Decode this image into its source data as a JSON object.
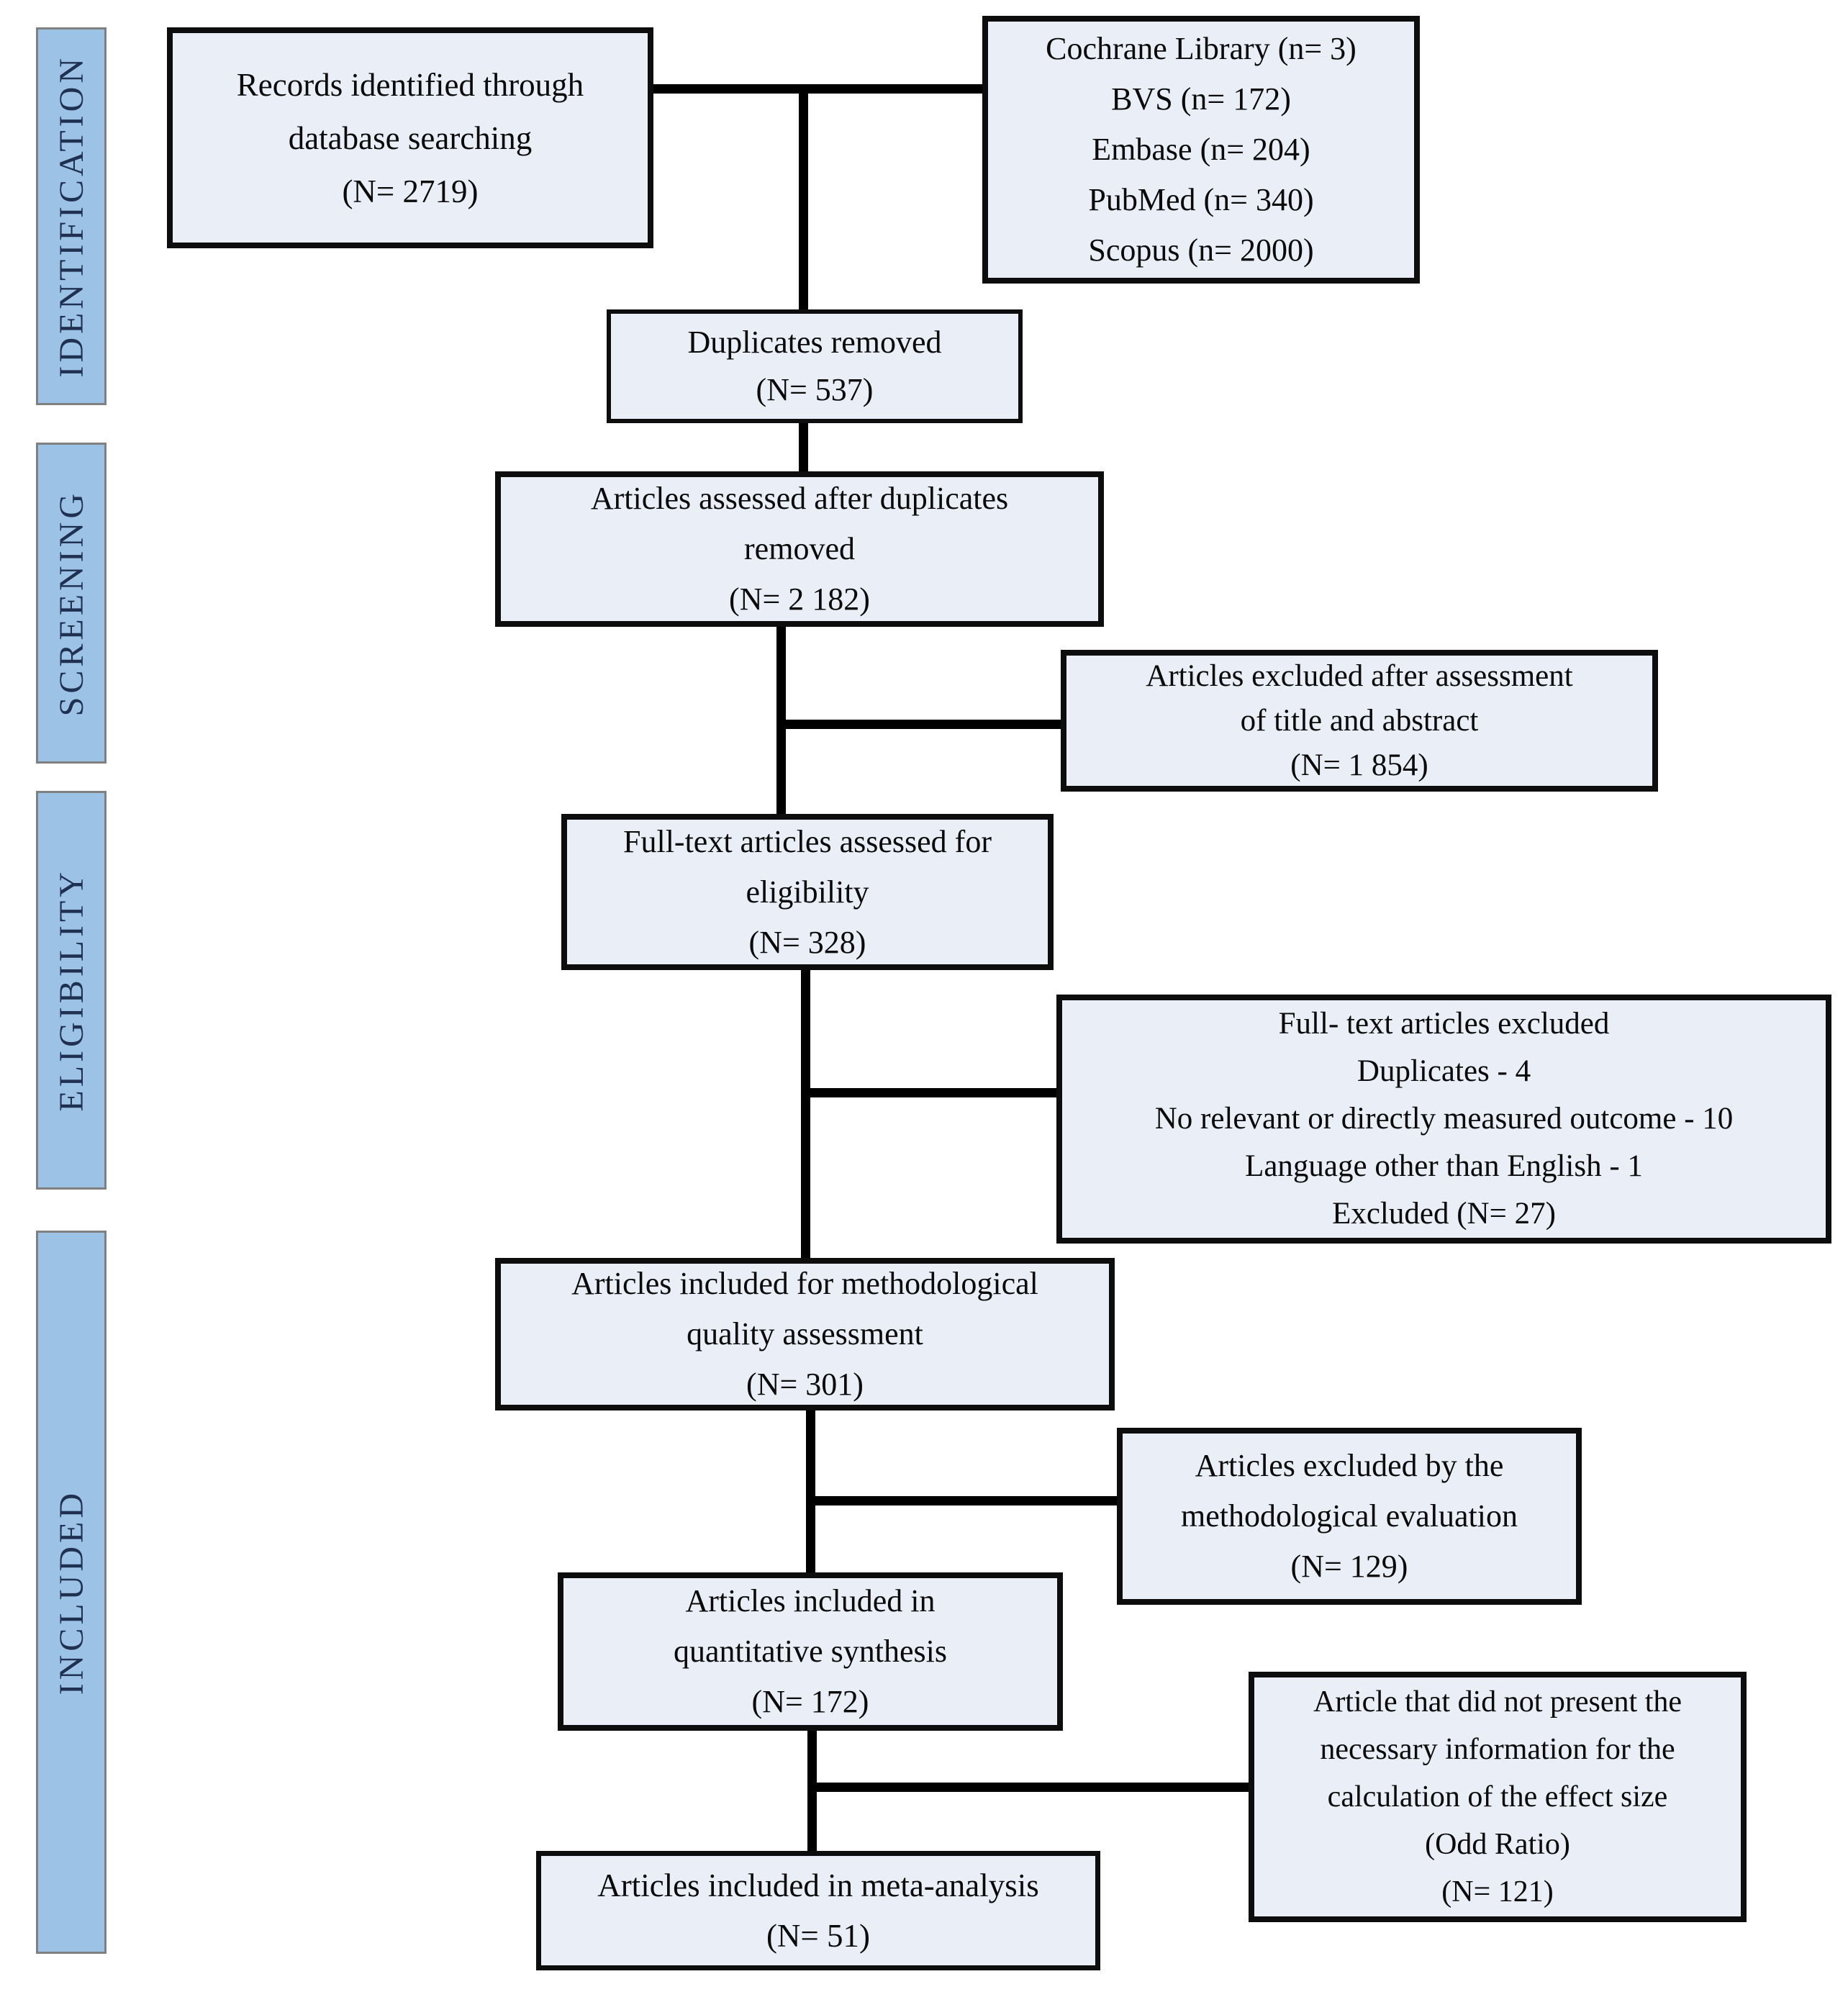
{
  "sidebar": {
    "sections": [
      {
        "label": "IDENTIFICATION"
      },
      {
        "label": "SCREENING"
      },
      {
        "label": "ELIGIBILITY"
      },
      {
        "label": "INCLUDED"
      }
    ]
  },
  "boxes": {
    "records_identified": {
      "lines": [
        "Records identified through",
        "database searching",
        "(N= 2719)"
      ]
    },
    "database_sources": {
      "lines": [
        "Cochrane Library (n= 3)",
        "BVS (n= 172)",
        "Embase (n= 204)",
        "PubMed (n= 340)",
        "Scopus (n= 2000)"
      ]
    },
    "duplicates_removed": {
      "lines": [
        "Duplicates removed",
        "(N= 537)"
      ]
    },
    "assessed_after_duplicates": {
      "lines": [
        "Articles assessed after duplicates",
        "removed",
        "(N= 2 182)"
      ]
    },
    "excluded_title_abstract": {
      "lines": [
        "Articles excluded after assessment",
        "of title and abstract",
        "(N= 1 854)"
      ]
    },
    "fulltext_assessed": {
      "lines": [
        "Full-text articles assessed for",
        "eligibility",
        "(N= 328)"
      ]
    },
    "fulltext_excluded": {
      "lines": [
        "Full- text articles excluded",
        "Duplicates - 4",
        "No relevant or directly measured outcome - 10",
        "Language other than English - 1",
        "Excluded  (N= 27)"
      ]
    },
    "methodological_included": {
      "lines": [
        "Articles included for methodological",
        "quality assessment",
        "(N= 301)"
      ]
    },
    "methodological_excluded": {
      "lines": [
        "Articles excluded by the",
        "methodological evaluation",
        "(N= 129)"
      ]
    },
    "quantitative_synthesis": {
      "lines": [
        "Articles included in",
        "quantitative synthesis",
        "(N= 172)"
      ]
    },
    "effect_size_excluded": {
      "lines": [
        "Article that did not present the",
        "necessary information for the",
        "calculation of the effect size",
        "(Odd Ratio)",
        "(N= 121)"
      ]
    },
    "meta_analysis": {
      "lines": [
        "Articles included in meta-analysis",
        "(N= 51)"
      ]
    }
  },
  "colors": {
    "flow_box_fill": "#e9eef7",
    "flow_box_border": "#0d0d0d",
    "sidebar_fill": "#9cc2e5",
    "sidebar_border": "#808080",
    "sidebar_text": "#1f3050",
    "connector": "#000000",
    "text": "#0a0a0a",
    "background": "#ffffff"
  }
}
